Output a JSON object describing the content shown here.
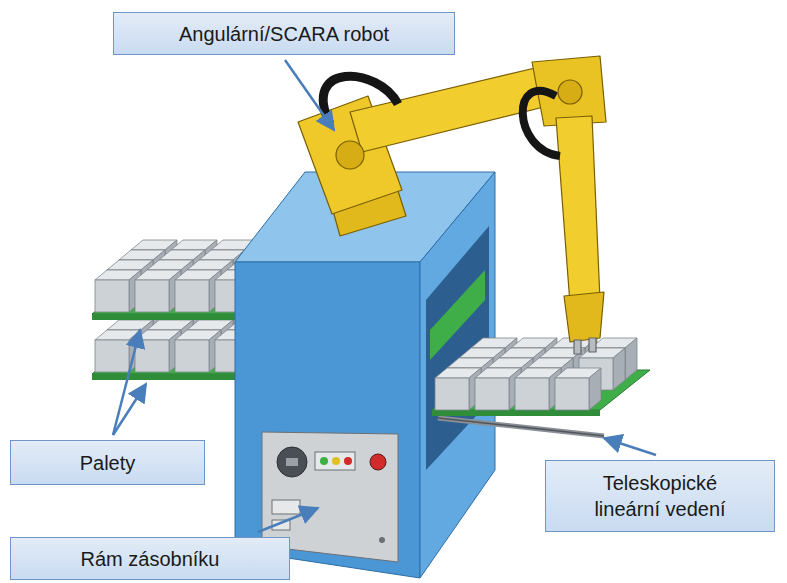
{
  "diagram": {
    "nodes": [
      {
        "text": [
          "Angulární/SCARA robot"
        ]
      },
      {
        "text": [
          "Palety"
        ]
      },
      {
        "text": [
          "Teleskopické lineární vedení"
        ]
      },
      {
        "text": [
          "Rám zásobníku"
        ]
      }
    ]
  }
}
